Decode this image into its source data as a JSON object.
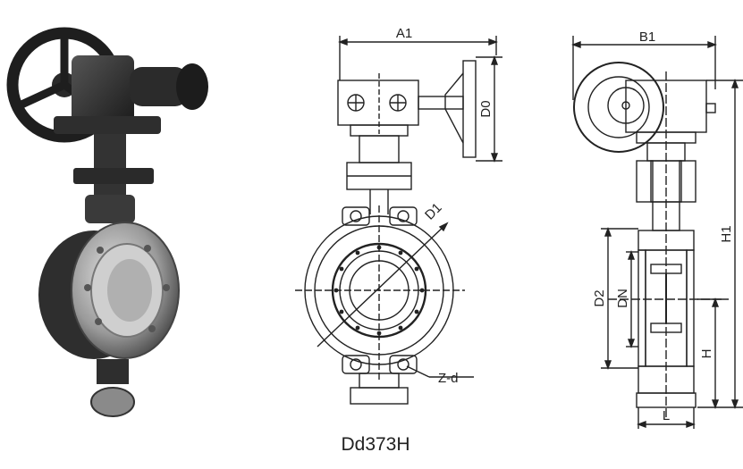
{
  "figure": {
    "caption": "Dd373H",
    "front_view_labels": {
      "a1": "A1",
      "d0": "D0",
      "d1": "D1",
      "zd": "Z-d"
    },
    "side_view_labels": {
      "b1": "B1",
      "h1": "H1",
      "d2": "D2",
      "dn": "DN",
      "h": "H",
      "l": "L"
    }
  }
}
